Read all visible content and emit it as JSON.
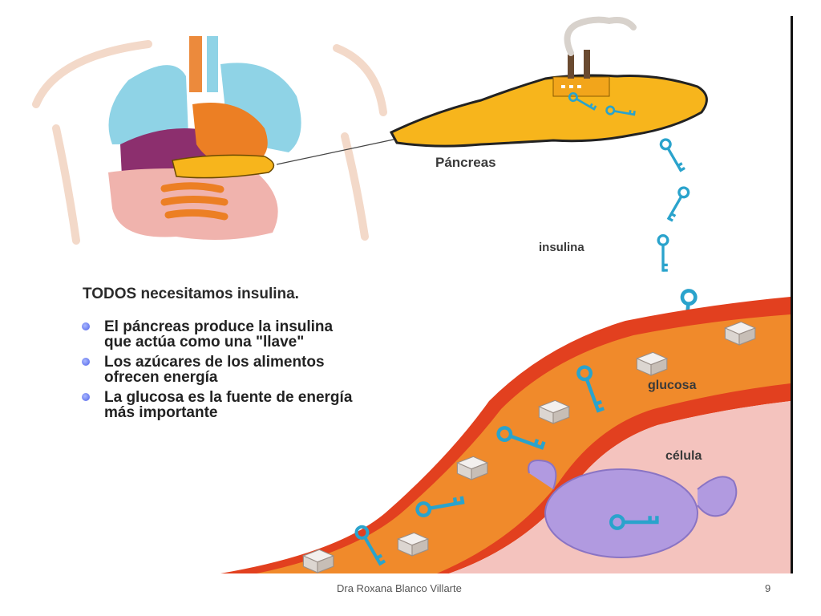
{
  "slide": {
    "labels": {
      "pancreas": "Páncreas",
      "insulin": "insulina",
      "glucose": "glucosa",
      "cell": "célula"
    },
    "title": "TODOS necesitamos insulina.",
    "bullets": [
      {
        "lines": [
          "El páncreas produce la insulina",
          "que actúa como una \"llave\""
        ]
      },
      {
        "lines": [
          "Los azúcares de los alimentos",
          "ofrecen energía"
        ]
      },
      {
        "lines": [
          "La glucosa es la fuente de energía",
          "más importante"
        ]
      }
    ],
    "footer": {
      "author": "Dra Roxana Blanco Villarte",
      "page_number": "9"
    },
    "colors": {
      "pancreas": "#f7b51c",
      "vessel_outer": "#e2401f",
      "vessel_inner": "#f08a2b",
      "key": "#2aa3cc",
      "cell": "#b19ae0",
      "lung": "#8fd3e6",
      "liver": "#8c2f6e"
    },
    "icons": [
      "key-icon",
      "sugar-cube-icon",
      "factory-icon",
      "bullet-dot-icon"
    ]
  }
}
